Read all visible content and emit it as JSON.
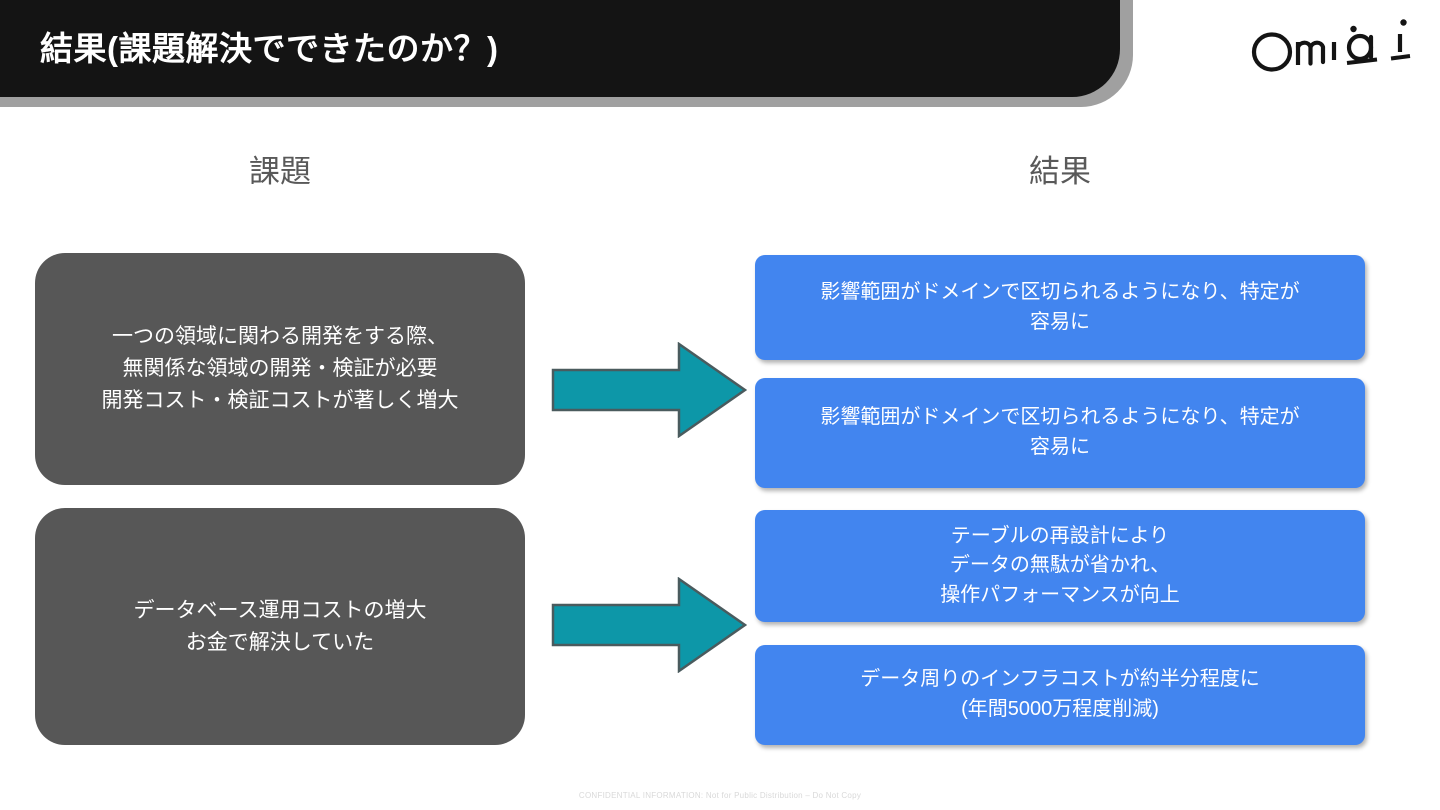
{
  "header": {
    "title": "結果(課題解決でできたのか？)",
    "brand": "Omiai",
    "band_color": "#141414",
    "shadow_color": "#a0a0a0"
  },
  "columns": {
    "issue_heading": "課題",
    "result_heading": "結果",
    "heading_color": "#595959"
  },
  "issues": [
    {
      "lines": [
        "一つの領域に関わる開発をする際、",
        "無関係な領域の開発・検証が必要",
        "開発コスト・検証コストが著しく増大"
      ],
      "color": "#575757"
    },
    {
      "lines": [
        "データベース運用コストの増大",
        "お金で解決していた"
      ],
      "color": "#575757"
    }
  ],
  "results": [
    {
      "lines": [
        "影響範囲がドメインで区切られるようになり、特定が",
        "容易に"
      ],
      "color": "#4285ef"
    },
    {
      "lines": [
        "影響範囲がドメインで区切られるようになり、特定が",
        "容易に"
      ],
      "color": "#4285ef"
    },
    {
      "lines": [
        "テーブルの再設計により",
        "データの無駄が省かれ、",
        "操作パフォーマンスが向上"
      ],
      "color": "#4285ef"
    },
    {
      "lines": [
        "データ周りのインフラコストが約半分程度に",
        "(年間5000万程度削減)"
      ],
      "color": "#4285ef"
    }
  ],
  "arrows": {
    "count": 2,
    "fill_color": "#0d97a8",
    "stroke_color": "#4a5b5e",
    "icon": "right-arrow-icon"
  },
  "footer": {
    "note": "CONFIDENTIAL INFORMATION: Not for Public Distribution – Do Not Copy"
  }
}
